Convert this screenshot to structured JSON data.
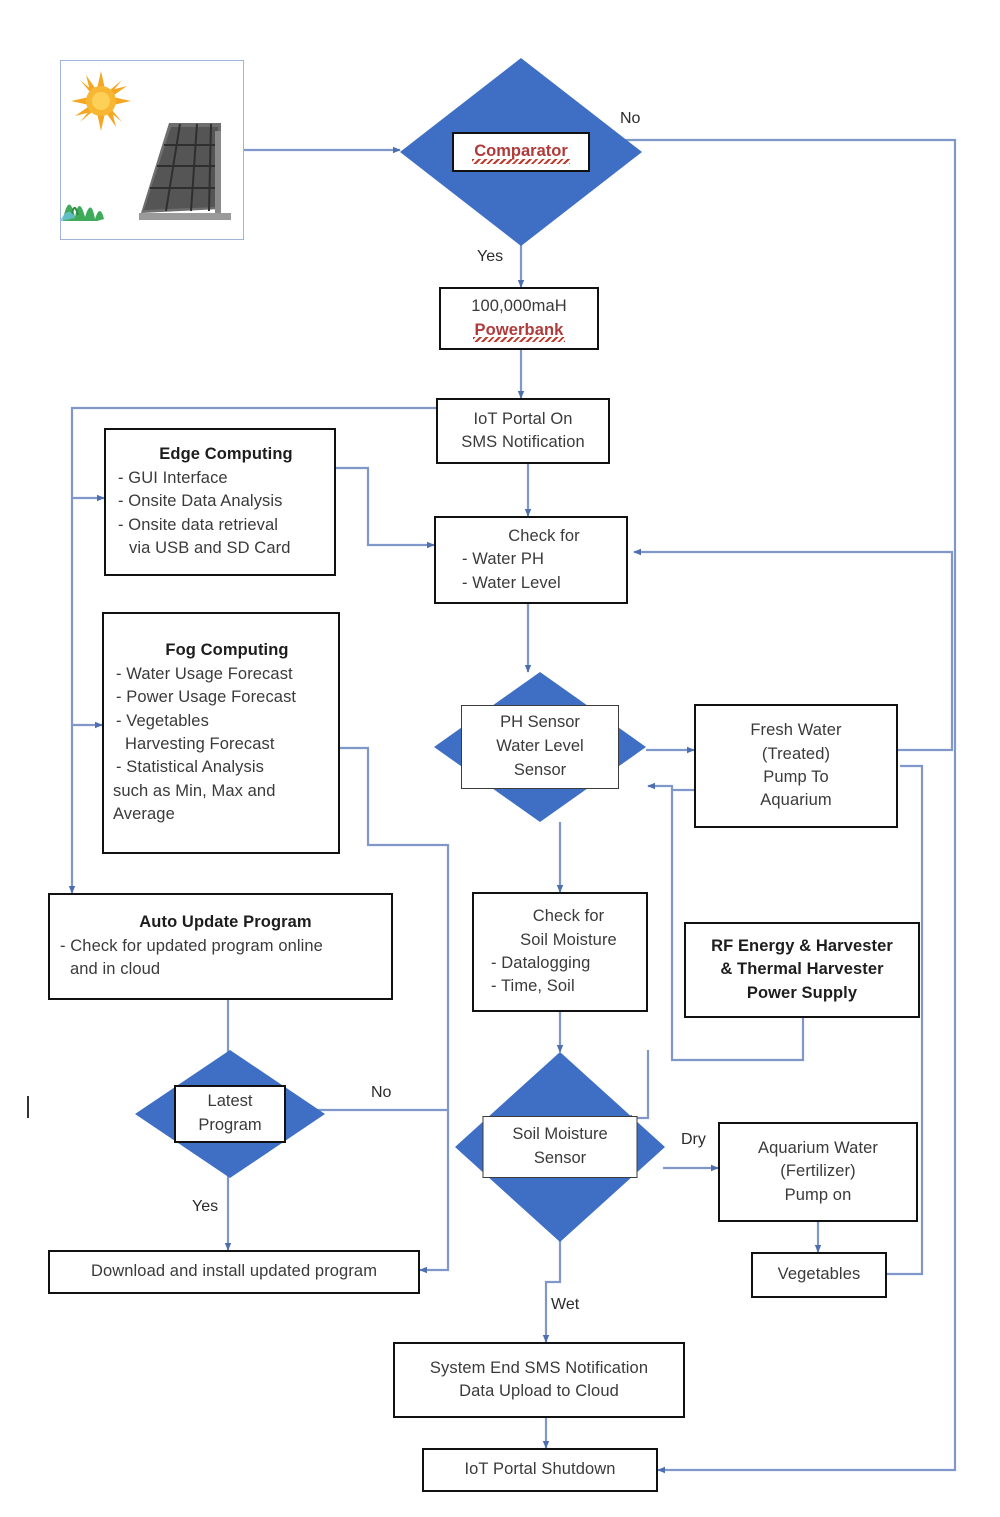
{
  "diagram": {
    "title": "IoT Smart Farming System Flowchart",
    "accent_blue": "#3f6fc4",
    "connector_blue": "#7f98c9",
    "spellcheck_red": "#c0392b",
    "nodes": {
      "solar_source": {
        "name": "solar-panel-image",
        "alt": "Sun over photovoltaic solar panel on grass"
      },
      "comparator": {
        "label": "Comparator"
      },
      "powerbank": {
        "line1": "100,000maH",
        "line2": "Powerbank"
      },
      "iot_portal_on": {
        "line1": "IoT Portal On",
        "line2": "SMS Notification"
      },
      "edge_computing": {
        "heading": "Edge Computing",
        "items": [
          "- GUI Interface",
          "- Onsite Data Analysis",
          "- Onsite data retrieval",
          "via USB and SD Card"
        ]
      },
      "fog_computing": {
        "heading": "Fog Computing",
        "items": [
          "- Water Usage Forecast",
          "- Power Usage Forecast",
          "- Vegetables",
          "Harvesting Forecast",
          "- Statistical Analysis",
          "such as Min, Max and",
          "Average"
        ]
      },
      "auto_update": {
        "heading": "Auto Update Program",
        "items": [
          "- Check for updated program online",
          "and in cloud"
        ]
      },
      "latest_program": {
        "line1": "Latest",
        "line2": "Program"
      },
      "download_install": {
        "label": "Download and install updated program"
      },
      "check_water": {
        "line1": "Check for",
        "line2": "- Water PH",
        "line3": "- Water Level"
      },
      "ph_sensor": {
        "line1": "PH Sensor",
        "line2": "Water Level",
        "line3": "Sensor"
      },
      "fresh_water": {
        "line1": "Fresh Water",
        "line2": "(Treated)",
        "line3": "Pump To",
        "line4": "Aquarium"
      },
      "check_soil": {
        "line1": "Check for",
        "line2": "Soil Moisture",
        "line3": "-  Datalogging",
        "line4": "- Time, Soil"
      },
      "rf_energy": {
        "line1": "RF Energy & Harvester",
        "line2": "& Thermal Harvester",
        "line3": "Power Supply"
      },
      "soil_sensor": {
        "line1": "Soil Moisture",
        "line2": "Sensor"
      },
      "aquarium_water": {
        "line1": "Aquarium Water",
        "line2": "(Fertilizer)",
        "line3": "Pump on"
      },
      "vegetables": {
        "label": "Vegetables"
      },
      "system_end": {
        "line1": "System End SMS Notification",
        "line2": "Data Upload to Cloud"
      },
      "portal_shutdown": {
        "label": "IoT Portal Shutdown"
      }
    },
    "edge_labels": {
      "comparator_no": "No",
      "comparator_yes": "Yes",
      "latest_no": "No",
      "latest_yes": "Yes",
      "soil_dry": "Dry",
      "soil_wet": "Wet"
    }
  }
}
